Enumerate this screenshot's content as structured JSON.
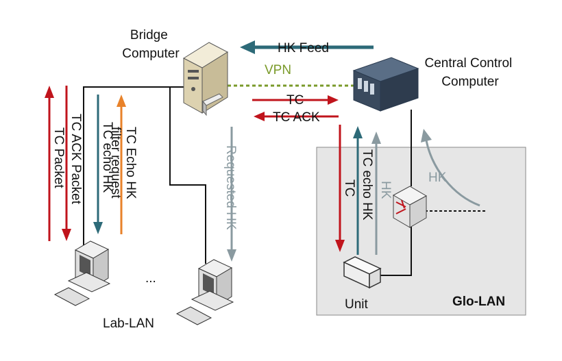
{
  "nodes": {
    "bridge": "Bridge\nComputer",
    "central": "Central Control\nComputer",
    "unit": "Unit",
    "lab_lan": "Lab-LAN",
    "glo_lan": "Glo-LAN",
    "ellipsis": "..."
  },
  "links": {
    "vpn": "VPN",
    "hk_feed": "HK Feed",
    "tc": "TC",
    "tc_ack": "TC ACK",
    "requested_hk": "Requested HK",
    "tc_echo_hk_unit": "TC echo HK",
    "tc_unit": "TC",
    "hk_unit": "HK",
    "hk_central": "HK",
    "tc_ack_packet": "TC ACK Packet",
    "tc_packet": "TC Packet",
    "tc_echo_hk_lab": "TC echo HK",
    "tc_echo_hk_filter": "TC Echo HK\nfilter request"
  },
  "colors": {
    "red": "#c0141c",
    "teal": "#2d6a78",
    "orange": "#e8822a",
    "grey": "#8a9aa0",
    "vpn_green": "#7a9a2a",
    "glo_lan_fill": "#e6e6e6"
  }
}
